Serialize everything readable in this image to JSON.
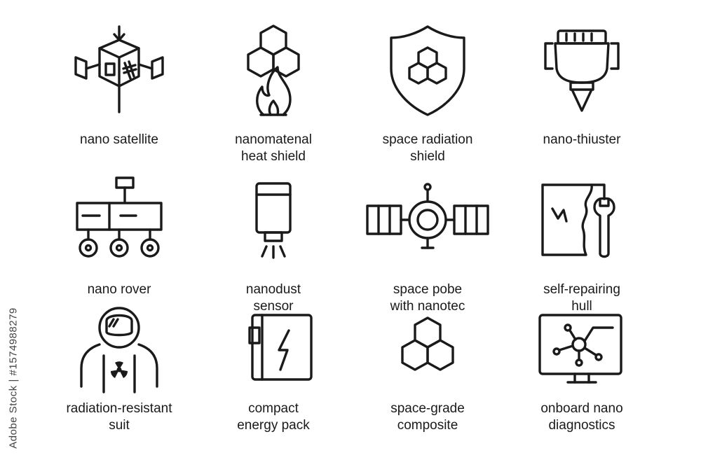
{
  "icons": [
    {
      "name": "nano-satellite-icon",
      "line1": "nano satellite",
      "line2": ""
    },
    {
      "name": "heat-shield-icon",
      "line1": "nanomatenal",
      "line2": "heat shield"
    },
    {
      "name": "radiation-shield-icon",
      "line1": "space radiation",
      "line2": "shield"
    },
    {
      "name": "thruster-icon",
      "line1": "nano-thiuster",
      "line2": ""
    },
    {
      "name": "rover-icon",
      "line1": "nano rover",
      "line2": ""
    },
    {
      "name": "dust-sensor-icon",
      "line1": "nanodust",
      "line2": "sensor"
    },
    {
      "name": "space-probe-icon",
      "line1": "space pobe",
      "line2": "with nanotec"
    },
    {
      "name": "hull-repair-icon",
      "line1": "self-repairing",
      "line2": "hull"
    },
    {
      "name": "astronaut-suit-icon",
      "line1": "radiation-resistant",
      "line2": "suit"
    },
    {
      "name": "energy-pack-icon",
      "line1": "compact",
      "line2": "energy pack"
    },
    {
      "name": "composite-icon",
      "line1": "space-grade",
      "line2": "composite"
    },
    {
      "name": "diagnostics-monitor-icon",
      "line1": "onboard nano",
      "line2": "diagnostics"
    }
  ],
  "watermark": {
    "text": "Adobe Stock | #1574988279"
  }
}
